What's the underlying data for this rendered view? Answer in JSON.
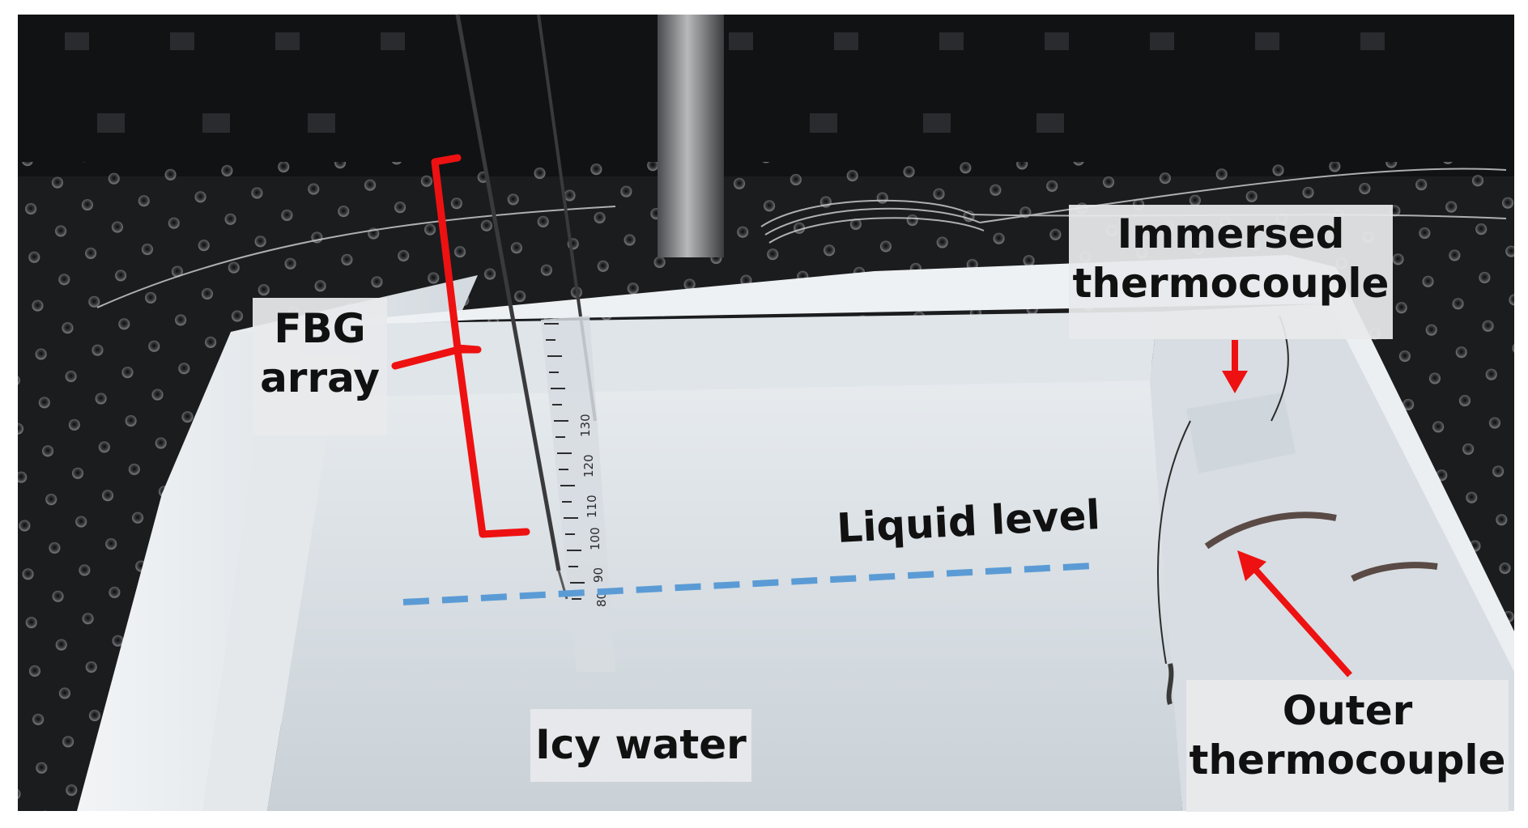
{
  "photo": {
    "labels": {
      "fbg": {
        "line1": "FBG",
        "line2": "array"
      },
      "immersed": {
        "line1": "Immersed",
        "line2": "thermocouple"
      },
      "outer": {
        "line1": "Outer",
        "line2": "thermocouple"
      },
      "icy": "Icy water",
      "liquid": "Liquid level"
    },
    "ruler_ticks": [
      "130",
      "120",
      "110",
      "100",
      "90",
      "80"
    ],
    "colors": {
      "annotation_red": "#ee1111",
      "liquid_line_blue": "#5b9bd5",
      "foam": "#dde3e8",
      "table": "#1b1c1e"
    }
  }
}
